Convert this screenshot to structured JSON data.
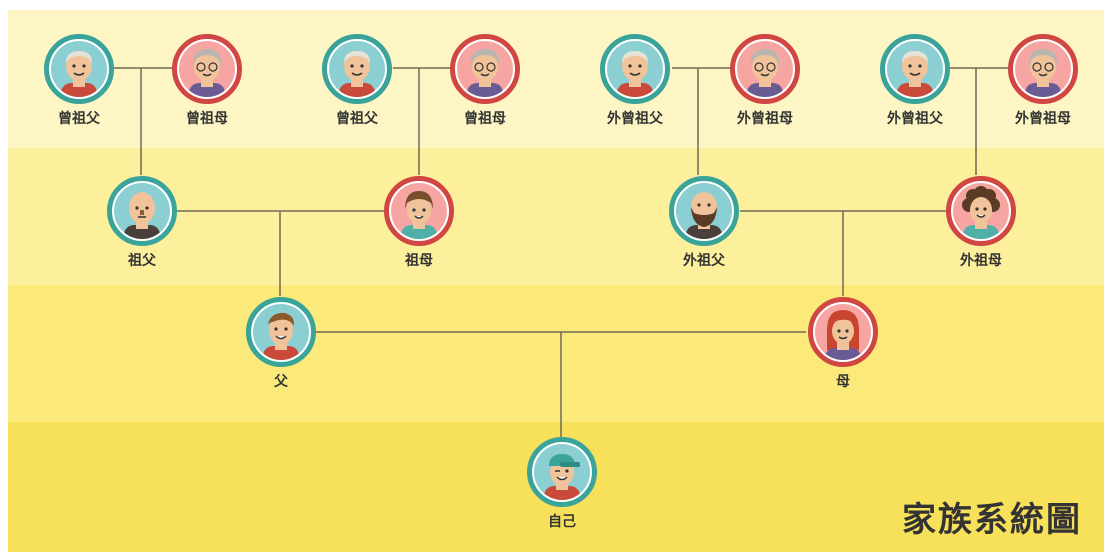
{
  "title": "家族系統圖",
  "colors": {
    "male_ring": "#3aa39a",
    "female_ring": "#cf4643",
    "connector": "#6f6a55"
  },
  "people": {
    "ggf1": {
      "label": "曾祖父",
      "gender": "male"
    },
    "ggm1": {
      "label": "曾祖母",
      "gender": "female"
    },
    "ggf2": {
      "label": "曾祖父",
      "gender": "male"
    },
    "ggm2": {
      "label": "曾祖母",
      "gender": "female"
    },
    "mggf1": {
      "label": "外曾祖父",
      "gender": "male"
    },
    "mggm1": {
      "label": "外曾祖母",
      "gender": "female"
    },
    "mggf2": {
      "label": "外曾祖父",
      "gender": "male"
    },
    "mggm2": {
      "label": "外曾祖母",
      "gender": "female"
    },
    "gf": {
      "label": "祖父",
      "gender": "male"
    },
    "gm": {
      "label": "祖母",
      "gender": "female"
    },
    "mgf": {
      "label": "外祖父",
      "gender": "male"
    },
    "mgm": {
      "label": "外祖母",
      "gender": "female"
    },
    "father": {
      "label": "父",
      "gender": "male"
    },
    "mother": {
      "label": "母",
      "gender": "female"
    },
    "self": {
      "label": "自己",
      "gender": "male"
    }
  }
}
